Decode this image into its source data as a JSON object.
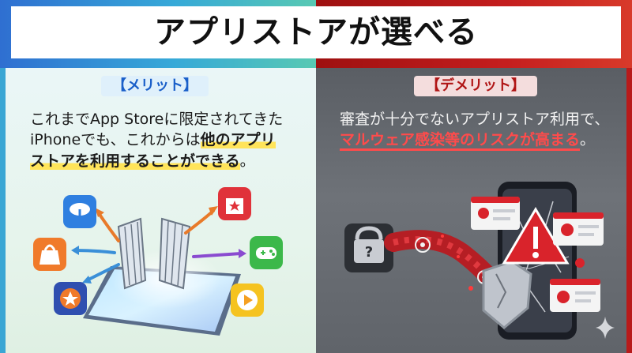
{
  "header": {
    "title": "アプリストアが選べる"
  },
  "merit": {
    "heading": "【メリット】",
    "line1": "これまでApp Storeに限定されてきた",
    "line2_plain": "iPhoneでも、これからは",
    "line2_highlight": "他のアプリ",
    "line3_highlight": "ストアを利用することができる",
    "line3_end": "。"
  },
  "demerit": {
    "heading": "【デメリット】",
    "line1": "審査が十分でないアプリストア利用で、",
    "line2_highlight": "マルウェア感染等のリスクが高まる",
    "line2_end": "。"
  },
  "colors": {
    "merit_accent": "#1a5fc9",
    "demerit_accent": "#b01515",
    "highlight_yellow": "#ffe45a",
    "highlight_red": "#ff4b4b"
  },
  "icons": {
    "left": [
      "cloud-download-icon",
      "shopping-bag-icon",
      "gear-star-icon",
      "gift-box-icon",
      "gamepad-icon",
      "play-gear-icon",
      "open-gate-icon",
      "smartphone-icon"
    ],
    "right": [
      "padlock-question-icon",
      "biohazard-icon",
      "shield-icon",
      "warning-icon",
      "skull-alert-icon",
      "virus-alert-icon",
      "hacker-alert-icon",
      "sparkle-icon"
    ]
  }
}
